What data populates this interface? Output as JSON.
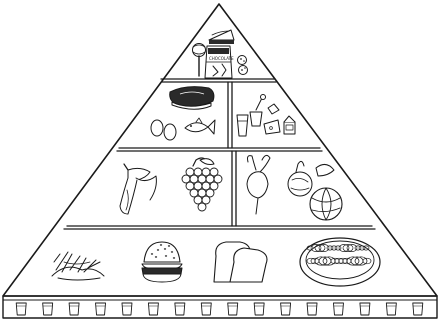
{
  "diagram": {
    "type": "food-pyramid",
    "colors": {
      "ink": "#1a1a1a",
      "paper": "#ffffff"
    },
    "tiers": [
      {
        "level": "top",
        "icons": [
          "lollipop-icon",
          "cake-slice-icon",
          "candy-bag-icon",
          "cookies-icon"
        ]
      },
      {
        "level": "second",
        "sections": [
          {
            "side": "left",
            "icons": [
              "steak-icon",
              "eggs-icon",
              "fish-icon"
            ]
          },
          {
            "side": "right",
            "icons": [
              "milk-glass-icon",
              "yogurt-cup-icon",
              "cheese-icon",
              "milk-carton-icon"
            ]
          }
        ]
      },
      {
        "level": "third",
        "sections": [
          {
            "side": "left",
            "icons": [
              "banana-icon",
              "grapes-icon"
            ]
          },
          {
            "side": "right",
            "icons": [
              "beet-icon",
              "cabbage-icon",
              "onion-icon"
            ]
          }
        ]
      },
      {
        "level": "base",
        "icons": [
          "pasta-icon",
          "burger-bun-icon",
          "bread-slices-icon",
          "spaghetti-plate-icon"
        ]
      }
    ],
    "water_glasses": 16,
    "labels": {
      "candy_bag_text": "CHOCOLATE"
    }
  }
}
